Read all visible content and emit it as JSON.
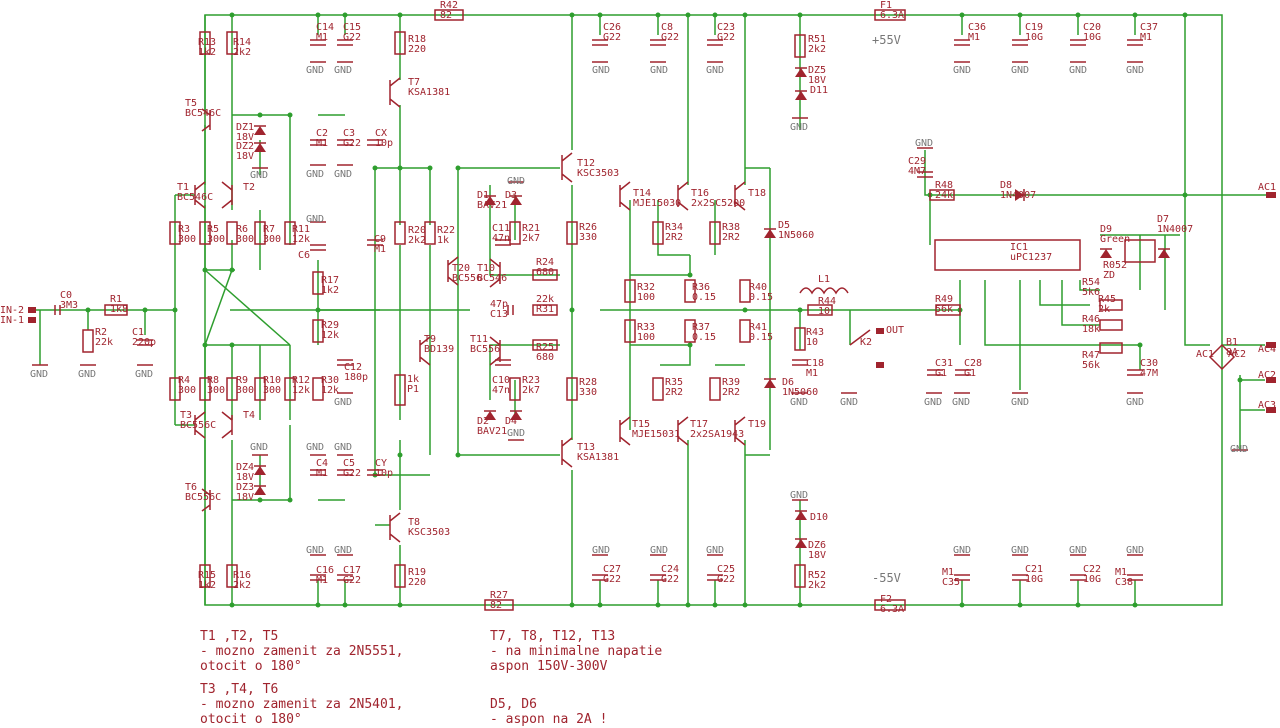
{
  "wire_color": "#2e9e2e",
  "part_color": "#a0242e",
  "gnd_label": "GND",
  "components": [
    {
      "id": "R42",
      "lines": [
        "R42",
        "82"
      ]
    },
    {
      "id": "F1",
      "lines": [
        "F1",
        "6.3A"
      ]
    },
    {
      "id": "R13",
      "lines": [
        "R13",
        "1k2"
      ]
    },
    {
      "id": "R14",
      "lines": [
        "R14",
        "2k2"
      ]
    },
    {
      "id": "C14",
      "lines": [
        "C14",
        "M1"
      ]
    },
    {
      "id": "C15",
      "lines": [
        "C15",
        "G22"
      ]
    },
    {
      "id": "R18",
      "lines": [
        "R18",
        "220"
      ]
    },
    {
      "id": "C26",
      "lines": [
        "C26",
        "G22"
      ]
    },
    {
      "id": "C8",
      "lines": [
        "C8",
        "G22"
      ]
    },
    {
      "id": "C23",
      "lines": [
        "C23",
        "G22"
      ]
    },
    {
      "id": "R51",
      "lines": [
        "R51",
        "2k2"
      ]
    },
    {
      "id": "C36",
      "lines": [
        "C36",
        "M1"
      ]
    },
    {
      "id": "C19",
      "lines": [
        "C19",
        "10G"
      ]
    },
    {
      "id": "C20",
      "lines": [
        "C20",
        "10G"
      ]
    },
    {
      "id": "C37",
      "lines": [
        "C37",
        "M1"
      ]
    },
    {
      "id": "T7",
      "lines": [
        "T7",
        "KSA1381"
      ]
    },
    {
      "id": "DZ5",
      "lines": [
        "DZ5",
        "18V"
      ]
    },
    {
      "id": "D11",
      "lines": [
        "D11"
      ]
    },
    {
      "id": "T5",
      "lines": [
        "T5",
        "BC546C"
      ]
    },
    {
      "id": "DZ1",
      "lines": [
        "DZ1",
        "18V"
      ]
    },
    {
      "id": "DZ2",
      "lines": [
        "DZ2",
        "18V"
      ]
    },
    {
      "id": "C2",
      "lines": [
        "C2",
        "M1"
      ]
    },
    {
      "id": "C3",
      "lines": [
        "C3",
        "G22"
      ]
    },
    {
      "id": "CX",
      "lines": [
        "CX",
        "10p"
      ]
    },
    {
      "id": "T12",
      "lines": [
        "T12",
        "KSC3503"
      ]
    },
    {
      "id": "T14",
      "lines": [
        "T14",
        "MJE15030"
      ]
    },
    {
      "id": "T16",
      "lines": [
        "T16",
        "2x2SC5200"
      ]
    },
    {
      "id": "T18",
      "lines": [
        "T18"
      ]
    },
    {
      "id": "C29",
      "lines": [
        "C29",
        "4M7"
      ]
    },
    {
      "id": "R48",
      "lines": [
        "R48",
        "24k"
      ]
    },
    {
      "id": "D8",
      "lines": [
        "D8",
        "1N4007"
      ]
    },
    {
      "id": "T1",
      "lines": [
        "T1",
        "BC546C"
      ]
    },
    {
      "id": "T2",
      "lines": [
        "T2"
      ]
    },
    {
      "id": "R3",
      "lines": [
        "R3",
        "300"
      ]
    },
    {
      "id": "R5",
      "lines": [
        "R5",
        "300"
      ]
    },
    {
      "id": "R6",
      "lines": [
        "R6",
        "300"
      ]
    },
    {
      "id": "R7",
      "lines": [
        "R7",
        "300"
      ]
    },
    {
      "id": "R11",
      "lines": [
        "R11",
        "12k"
      ]
    },
    {
      "id": "C6",
      "lines": [
        "C6"
      ]
    },
    {
      "id": "R20",
      "lines": [
        "R20",
        "2k2"
      ]
    },
    {
      "id": "R22",
      "lines": [
        "R22",
        "1k"
      ]
    },
    {
      "id": "D1",
      "lines": [
        "D1",
        "BAV21"
      ]
    },
    {
      "id": "D3",
      "lines": [
        "D3"
      ]
    },
    {
      "id": "C11",
      "lines": [
        "C11",
        "47n"
      ]
    },
    {
      "id": "R21",
      "lines": [
        "R21",
        "2k7"
      ]
    },
    {
      "id": "R26",
      "lines": [
        "R26",
        "330"
      ]
    },
    {
      "id": "R34",
      "lines": [
        "R34",
        "2R2"
      ]
    },
    {
      "id": "R38",
      "lines": [
        "R38",
        "2R2"
      ]
    },
    {
      "id": "D5",
      "lines": [
        "D5",
        "1N5060"
      ]
    },
    {
      "id": "D9",
      "lines": [
        "D9",
        "Green"
      ]
    },
    {
      "id": "D7",
      "lines": [
        "D7",
        "1N4007"
      ]
    },
    {
      "id": "IC1",
      "lines": [
        "IC1",
        "uPC1237"
      ]
    },
    {
      "id": "R17",
      "lines": [
        "R17",
        "1k2"
      ]
    },
    {
      "id": "C9",
      "lines": [
        "C9",
        "M1"
      ]
    },
    {
      "id": "T20",
      "lines": [
        "T20",
        "BC556"
      ]
    },
    {
      "id": "T10",
      "lines": [
        "T10",
        "BC546"
      ]
    },
    {
      "id": "R24",
      "lines": [
        "R24",
        "680"
      ]
    },
    {
      "id": "R32",
      "lines": [
        "R32",
        "100"
      ]
    },
    {
      "id": "R36",
      "lines": [
        "R36",
        "0.15"
      ]
    },
    {
      "id": "R40",
      "lines": [
        "R40",
        "0.15"
      ]
    },
    {
      "id": "L1",
      "lines": [
        "L1"
      ]
    },
    {
      "id": "R44",
      "lines": [
        "R44",
        "10"
      ]
    },
    {
      "id": "K2",
      "lines": [
        "K2"
      ]
    },
    {
      "id": "OUT",
      "lines": [
        "OUT"
      ]
    },
    {
      "id": "C0",
      "lines": [
        "C0",
        "3M3"
      ]
    },
    {
      "id": "R1",
      "lines": [
        "R1",
        "1k8"
      ]
    },
    {
      "id": "R2",
      "lines": [
        "R2",
        "22k"
      ]
    },
    {
      "id": "C1",
      "lines": [
        "C1",
        "220p"
      ]
    },
    {
      "id": "C13",
      "lines": [
        "47p",
        "C13"
      ]
    },
    {
      "id": "R31",
      "lines": [
        "22k",
        "R31"
      ]
    },
    {
      "id": "R29",
      "lines": [
        "R29",
        "12k"
      ]
    },
    {
      "id": "R43",
      "lines": [
        "R43",
        "10"
      ]
    },
    {
      "id": "C18",
      "lines": [
        "C18",
        "M1"
      ]
    },
    {
      "id": "R49",
      "lines": [
        "R49",
        "56k"
      ]
    },
    {
      "id": "R54",
      "lines": [
        "R54",
        "5k6"
      ]
    },
    {
      "id": "R45",
      "lines": [
        "R45",
        "2k"
      ]
    },
    {
      "id": "R46",
      "lines": [
        "R46",
        "18k"
      ]
    },
    {
      "id": "R47",
      "lines": [
        "R47",
        "56k"
      ]
    },
    {
      "id": "R052",
      "lines": [
        "R052",
        "ZD"
      ]
    },
    {
      "id": "T9",
      "lines": [
        "T9",
        "BD139"
      ]
    },
    {
      "id": "T11",
      "lines": [
        "T11",
        "BC556"
      ]
    },
    {
      "id": "R25",
      "lines": [
        "R25",
        "680"
      ]
    },
    {
      "id": "R33",
      "lines": [
        "R33",
        "100"
      ]
    },
    {
      "id": "R37",
      "lines": [
        "R37",
        "0.15"
      ]
    },
    {
      "id": "R41",
      "lines": [
        "R41",
        "0.15"
      ]
    },
    {
      "id": "C31",
      "lines": [
        "C31",
        "G1"
      ]
    },
    {
      "id": "C28",
      "lines": [
        "C28",
        "G1"
      ]
    },
    {
      "id": "C30",
      "lines": [
        "C30",
        "47M"
      ]
    },
    {
      "id": "B1",
      "lines": [
        "B1",
        "8A"
      ]
    },
    {
      "id": "AC1",
      "lines": [
        "AC1"
      ]
    },
    {
      "id": "AC2",
      "lines": [
        "AC2"
      ]
    },
    {
      "id": "AC3",
      "lines": [
        "AC3"
      ]
    },
    {
      "id": "AC4",
      "lines": [
        "AC4"
      ]
    },
    {
      "id": "AC2b",
      "lines": [
        "AC2"
      ]
    },
    {
      "id": "AC1b",
      "lines": [
        "AC1"
      ]
    },
    {
      "id": "R4",
      "lines": [
        "R4",
        "300"
      ]
    },
    {
      "id": "R8",
      "lines": [
        "R8",
        "300"
      ]
    },
    {
      "id": "R9",
      "lines": [
        "R9",
        "300"
      ]
    },
    {
      "id": "R10",
      "lines": [
        "R10",
        "300"
      ]
    },
    {
      "id": "R12",
      "lines": [
        "R12",
        "12k"
      ]
    },
    {
      "id": "R30",
      "lines": [
        "R30",
        "12k"
      ]
    },
    {
      "id": "C12",
      "lines": [
        "C12",
        "180p"
      ]
    },
    {
      "id": "P1",
      "lines": [
        "1k",
        "P1"
      ]
    },
    {
      "id": "C10",
      "lines": [
        "C10",
        "47n"
      ]
    },
    {
      "id": "R23",
      "lines": [
        "R23",
        "2k7"
      ]
    },
    {
      "id": "R28",
      "lines": [
        "R28",
        "330"
      ]
    },
    {
      "id": "R35",
      "lines": [
        "R35",
        "2R2"
      ]
    },
    {
      "id": "R39",
      "lines": [
        "R39",
        "2R2"
      ]
    },
    {
      "id": "D6",
      "lines": [
        "D6",
        "1N5060"
      ]
    },
    {
      "id": "T3",
      "lines": [
        "T3",
        "BC556C"
      ]
    },
    {
      "id": "T4",
      "lines": [
        "T4"
      ]
    },
    {
      "id": "D2",
      "lines": [
        "D2",
        "BAV21"
      ]
    },
    {
      "id": "D4",
      "lines": [
        "D4"
      ]
    },
    {
      "id": "T15",
      "lines": [
        "T15",
        "MJE15031"
      ]
    },
    {
      "id": "T17",
      "lines": [
        "T17",
        "2x2SA1943"
      ]
    },
    {
      "id": "T19",
      "lines": [
        "T19"
      ]
    },
    {
      "id": "T13",
      "lines": [
        "T13",
        "KSA1381"
      ]
    },
    {
      "id": "DZ4",
      "lines": [
        "DZ4",
        "18V"
      ]
    },
    {
      "id": "DZ3",
      "lines": [
        "DZ3",
        "18V"
      ]
    },
    {
      "id": "C4",
      "lines": [
        "C4",
        "M1"
      ]
    },
    {
      "id": "C5",
      "lines": [
        "C5",
        "G22"
      ]
    },
    {
      "id": "CY",
      "lines": [
        "CY",
        "10p"
      ]
    },
    {
      "id": "T6",
      "lines": [
        "T6",
        "BC556C"
      ]
    },
    {
      "id": "T8",
      "lines": [
        "T8",
        "KSC3503"
      ]
    },
    {
      "id": "D10",
      "lines": [
        "D10"
      ]
    },
    {
      "id": "DZ6",
      "lines": [
        "DZ6",
        "18V"
      ]
    },
    {
      "id": "R15",
      "lines": [
        "R15",
        "1k2"
      ]
    },
    {
      "id": "R16",
      "lines": [
        "R16",
        "2k2"
      ]
    },
    {
      "id": "C16",
      "lines": [
        "C16",
        "M1"
      ]
    },
    {
      "id": "C17",
      "lines": [
        "C17",
        "G22"
      ]
    },
    {
      "id": "R19",
      "lines": [
        "R19",
        "220"
      ]
    },
    {
      "id": "C27",
      "lines": [
        "C27",
        "G22"
      ]
    },
    {
      "id": "C24",
      "lines": [
        "C24",
        "G22"
      ]
    },
    {
      "id": "C25",
      "lines": [
        "C25",
        "G22"
      ]
    },
    {
      "id": "R52",
      "lines": [
        "R52",
        "2k2"
      ]
    },
    {
      "id": "C35",
      "lines": [
        "M1",
        "C35"
      ]
    },
    {
      "id": "C21",
      "lines": [
        "C21",
        "10G"
      ]
    },
    {
      "id": "C22",
      "lines": [
        "C22",
        "10G"
      ]
    },
    {
      "id": "C38",
      "lines": [
        "M1",
        "C38"
      ]
    },
    {
      "id": "R27",
      "lines": [
        "R27",
        "82"
      ]
    },
    {
      "id": "F2",
      "lines": [
        "F2",
        "6.3A"
      ]
    },
    {
      "id": "IN2",
      "lines": [
        "IN-2"
      ]
    },
    {
      "id": "IN1",
      "lines": [
        "IN-1"
      ]
    }
  ],
  "rails": {
    "pos": "+55V",
    "neg": "-55V"
  },
  "notes": {
    "n1_title": "T1 ,T2, T5",
    "n1_l1": "- mozno zamenit za 2N5551,",
    "n1_l2": " otocit o 180°",
    "n2_title": "T3 ,T4, T6",
    "n2_l1": "- mozno zamenit za 2N5401,",
    "n2_l2": " otocit o 180°",
    "n3_title": "T7, T8, T12, T13",
    "n3_l1": "- na minimalne napatie",
    "n3_l2": "aspon 150V-300V",
    "n4_title": "D5, D6",
    "n4_l1": "- aspon na 2A !"
  }
}
